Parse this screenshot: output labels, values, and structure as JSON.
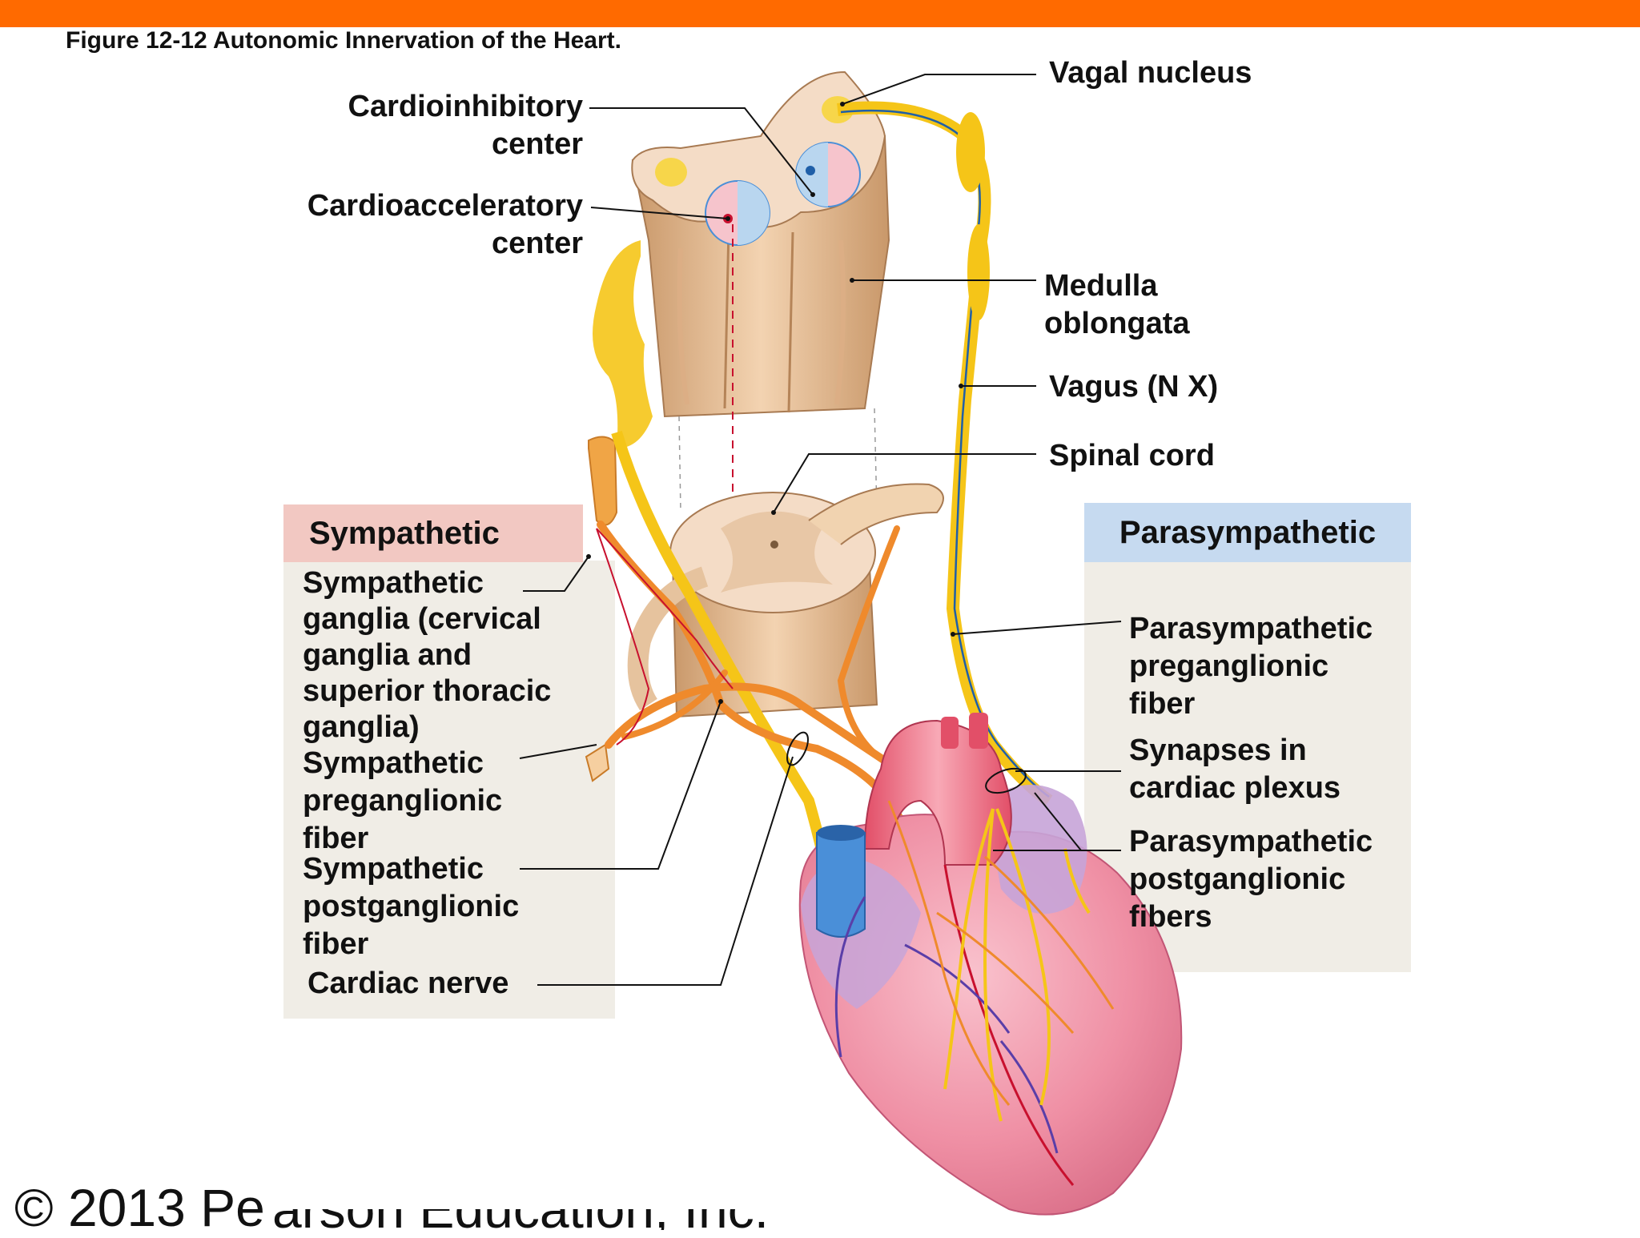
{
  "figure_title": "Figure 12-12  Autonomic Innervation of the Heart.",
  "labels": {
    "cardioinhibitory": [
      "Cardioinhibitory",
      "center"
    ],
    "cardioacceleratory": [
      "Cardioacceleratory",
      "center"
    ],
    "vagal_nucleus": "Vagal nucleus",
    "medulla": [
      "Medulla",
      "oblongata"
    ],
    "vagus": "Vagus (N X)",
    "spinal_cord": "Spinal cord"
  },
  "sympathetic": {
    "header": "Sympathetic",
    "ganglia": [
      "Sympathetic",
      "ganglia (cervical",
      "ganglia and",
      "superior thoracic",
      "ganglia)"
    ],
    "preganglionic": [
      "Sympathetic",
      "preganglionic",
      "fiber"
    ],
    "postganglionic": [
      "Sympathetic",
      "postganglionic",
      "fiber"
    ],
    "cardiac_nerve": "Cardiac nerve"
  },
  "parasympathetic": {
    "header": "Parasympathetic",
    "preganglionic": [
      "Parasympathetic",
      "preganglionic",
      "fiber"
    ],
    "synapses": [
      "Synapses in",
      "cardiac plexus"
    ],
    "postganglionic": [
      "Parasympathetic",
      "postganglionic",
      "fibers"
    ]
  },
  "copyright": "© 2013 Pe",
  "copyright_cut": "arson Education, Inc.",
  "colors": {
    "top_bar": "#ff6a00",
    "sympathetic_header": "#f2c8c2",
    "parasympathetic_header": "#c6daf0",
    "panel_bg": "#f0ede6",
    "nerve_yellow": "#f5c518",
    "nerve_orange": "#ef8a2c",
    "heart_pink": "#f08aa0",
    "vessel_blue": "#4a8fd8"
  }
}
